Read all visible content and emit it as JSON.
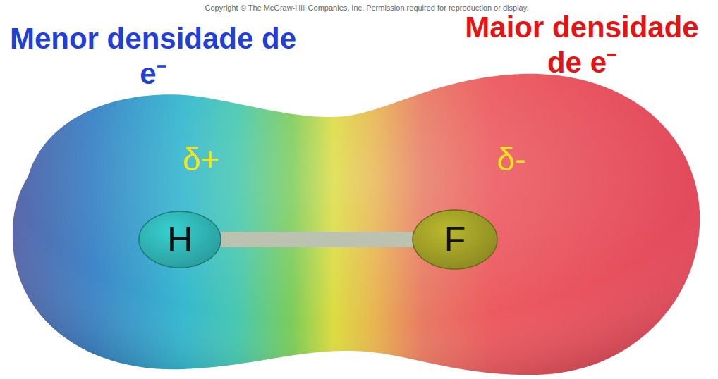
{
  "diagram": {
    "nodes": [
      {
        "text": [
          "H"
        ]
      },
      {
        "text": [
          "F"
        ]
      }
    ],
    "edges": [
      {
        "from": 0,
        "to": 1,
        "arrow": "none"
      }
    ],
    "labels": [
      "Menor densidade de e⁻",
      "Maior densidade de e⁻",
      "δ+",
      "δ-",
      "Copyright © The McGraw-Hill Companies, Inc. Permission required for reproduction or display."
    ]
  }
}
